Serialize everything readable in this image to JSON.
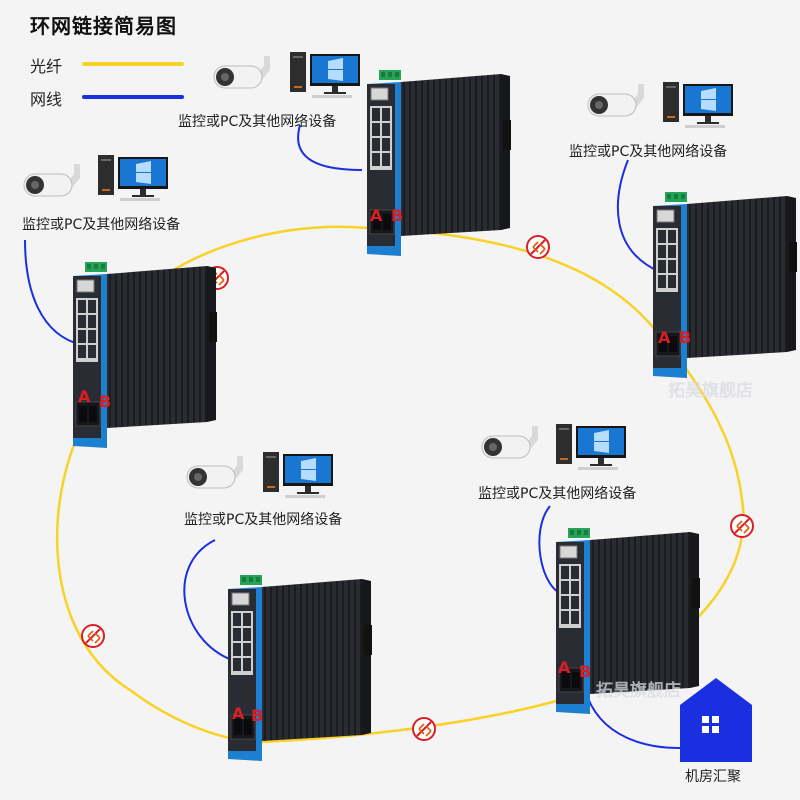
{
  "title": "环网链接简易图",
  "legend": {
    "fiber": {
      "label": "光纤",
      "color": "#f9d227"
    },
    "cable": {
      "label": "网线",
      "color": "#1a2fe0"
    }
  },
  "device_label": "监控或PC及其他网络设备",
  "port_labels": {
    "a": "A",
    "b": "B"
  },
  "server_room": {
    "label": "机房汇聚",
    "icon": "building-icon"
  },
  "watermark": "拓昊旗舰店",
  "colors": {
    "switch_body": "#2a2b30",
    "switch_side": "#1e7fd0",
    "terminal": "#23a457",
    "warning": "#d81f26"
  },
  "icons": {
    "camera": "camera-icon",
    "pc": "pc-icon",
    "switch": "switch-icon",
    "link": "link-icon"
  }
}
